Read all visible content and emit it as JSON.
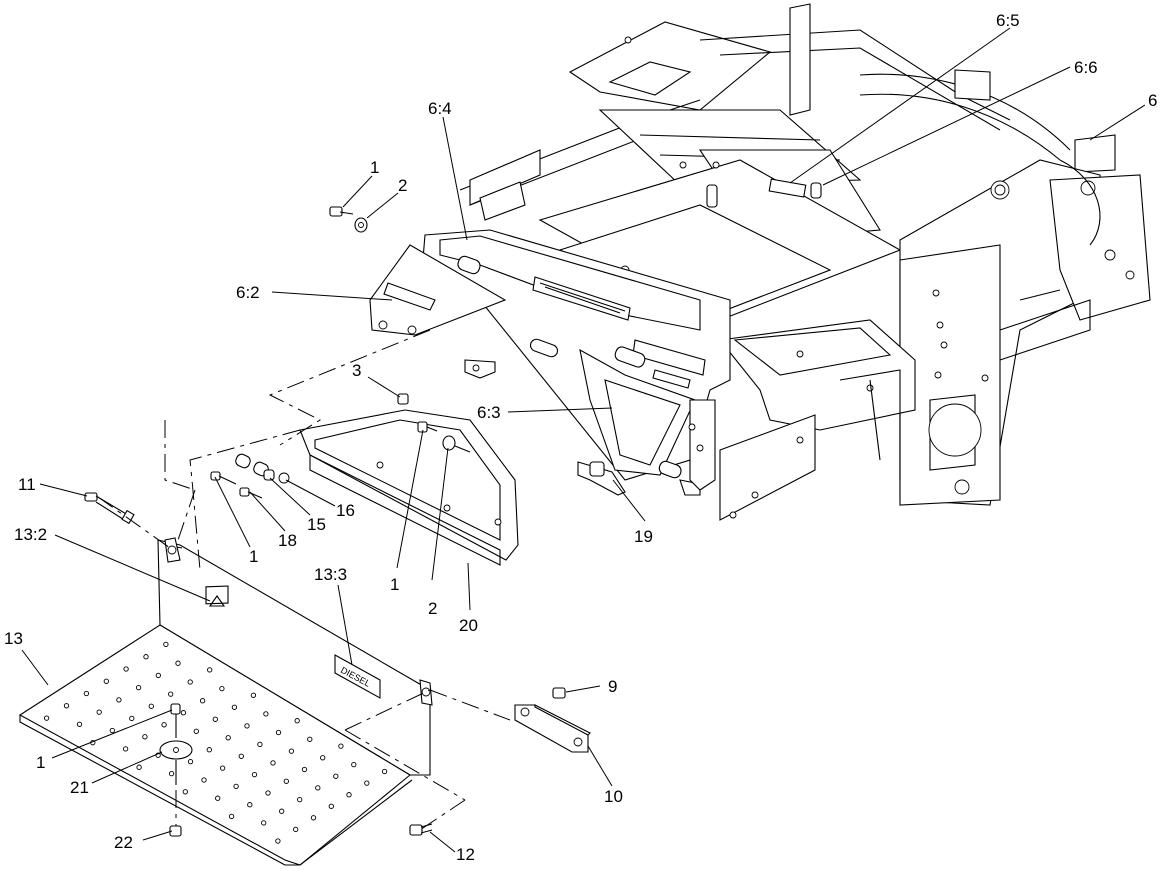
{
  "diagram": {
    "callouts": [
      {
        "id": "c1a",
        "text": "1"
      },
      {
        "id": "c2a",
        "text": "2"
      },
      {
        "id": "c64",
        "text": "6:4"
      },
      {
        "id": "c65",
        "text": "6:5"
      },
      {
        "id": "c66",
        "text": "6:6"
      },
      {
        "id": "c6",
        "text": "6"
      },
      {
        "id": "c62",
        "text": "6:2"
      },
      {
        "id": "c3",
        "text": "3"
      },
      {
        "id": "c63",
        "text": "6:3"
      },
      {
        "id": "c11",
        "text": "11"
      },
      {
        "id": "c16",
        "text": "16"
      },
      {
        "id": "c15",
        "text": "15"
      },
      {
        "id": "c18",
        "text": "18"
      },
      {
        "id": "c1b",
        "text": "1"
      },
      {
        "id": "c19",
        "text": "19"
      },
      {
        "id": "c132",
        "text": "13:2"
      },
      {
        "id": "c133",
        "text": "13:3"
      },
      {
        "id": "c1c",
        "text": "1"
      },
      {
        "id": "c2b",
        "text": "2"
      },
      {
        "id": "c20",
        "text": "20"
      },
      {
        "id": "c13",
        "text": "13"
      },
      {
        "id": "c9",
        "text": "9"
      },
      {
        "id": "c1d",
        "text": "1"
      },
      {
        "id": "c21",
        "text": "21"
      },
      {
        "id": "c10",
        "text": "10"
      },
      {
        "id": "c22",
        "text": "22"
      },
      {
        "id": "c12",
        "text": "12"
      }
    ],
    "decal_text": "DIESEL"
  }
}
